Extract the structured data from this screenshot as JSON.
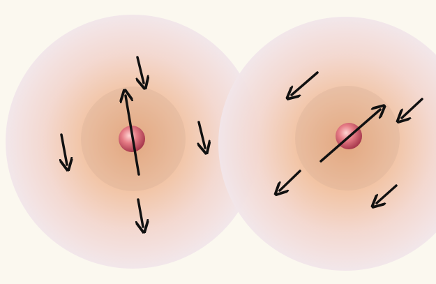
{
  "colors": {
    "background": "#fbf8ef",
    "halo_inner": "#e9a06e",
    "halo_mid": "#efc2a3",
    "halo_outer": "#efe2e8",
    "core_ring": "#dcb4a0",
    "nucleus_light": "#f6b0b4",
    "nucleus_dark": "#b8465a",
    "arrow": "#111111"
  },
  "diagram": {
    "atoms": [
      {
        "id": "left",
        "core_spin": "up",
        "surrounding_spins": [
          "down",
          "down",
          "down",
          "down"
        ]
      },
      {
        "id": "right",
        "core_spin": "up-right",
        "surrounding_spins": [
          "down-left",
          "down-left",
          "down-left",
          "down-left"
        ]
      }
    ]
  }
}
